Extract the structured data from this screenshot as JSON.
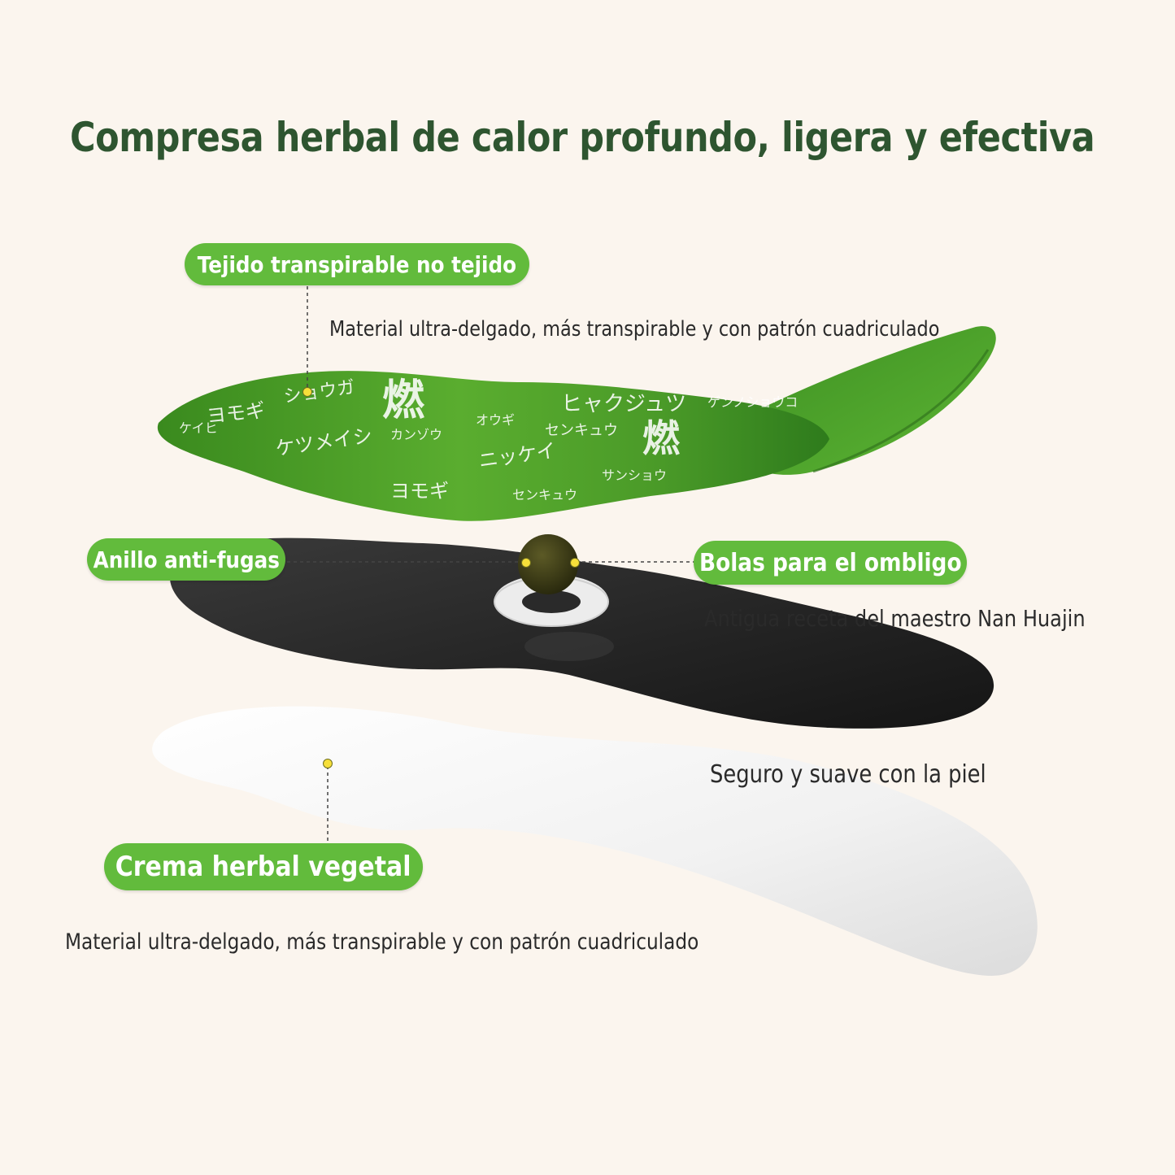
{
  "title": "Compresa herbal de calor profundo, ligera y efectiva",
  "colors": {
    "title": "#2e5530",
    "pill": "#62bb3c",
    "leaf_green": "#4e9d2c",
    "leaf_dark": "#2f7a1f",
    "patch_black": "#2d2d2d",
    "cream_white": "#f7f7f7",
    "marker_dot": "#f6df3a",
    "background": "#fbf5ee"
  },
  "layers": [
    {
      "label": "Tejido transpirable no tejido",
      "description": "Material ultra-delgado, más transpirable y con patrón cuadriculado"
    },
    {
      "label": "Anillo anti-fugas"
    },
    {
      "label": "Bolas para el ombligo",
      "description": "Antigua receta del maestro Nan Huajin"
    },
    {
      "label": "Crema herbal vegetal",
      "description": "Material ultra-delgado, más transpirable y con patrón cuadriculado",
      "side_note": "Seguro y suave con la piel"
    }
  ],
  "print_texts": [
    "燃",
    "ヨモギ",
    "ヒャクジュツ",
    "ケツメイシ",
    "ニッケイ",
    "ショウガ",
    "センキュウ",
    "オウギ",
    "カンゾウ",
    "ケイヒ",
    "サンショウ",
    "ゲンノショウコ",
    "ヨモギ",
    "燃",
    "センキュウ"
  ],
  "icons": [
    "navel-ball-icon",
    "marker-dot-icon"
  ]
}
